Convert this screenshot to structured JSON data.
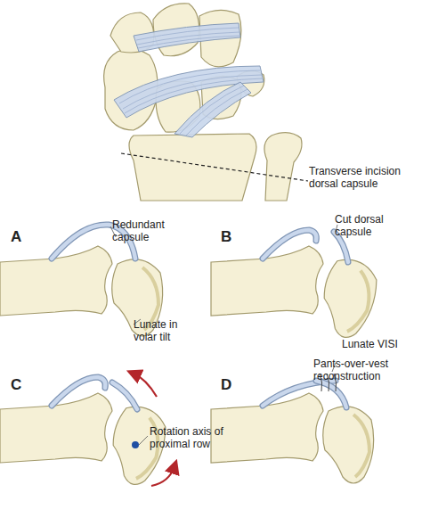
{
  "diagram": {
    "labels": [
      "Transverse incision dorsal capsule",
      "A",
      "Redundant capsule",
      "Lunate in volar tilt",
      "B",
      "Cut dorsal capsule",
      "Lunate VISI",
      "C",
      "Rotation axis of proximal row",
      "D",
      "Pants-over-vest reconstruction"
    ]
  }
}
